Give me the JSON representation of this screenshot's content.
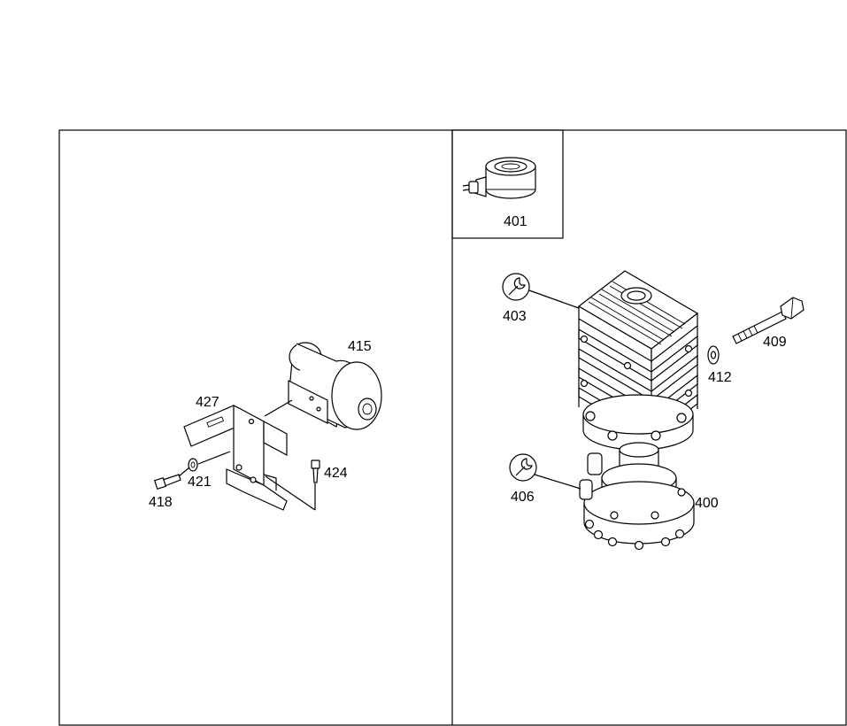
{
  "callouts": {
    "c401": "401",
    "c403": "403",
    "c406": "406",
    "c400": "400",
    "c409": "409",
    "c412": "412",
    "c415": "415",
    "c427": "427",
    "c421": "421",
    "c418": "418",
    "c424": "424"
  },
  "icons": {
    "tool_symbol": "wrench-icon"
  }
}
